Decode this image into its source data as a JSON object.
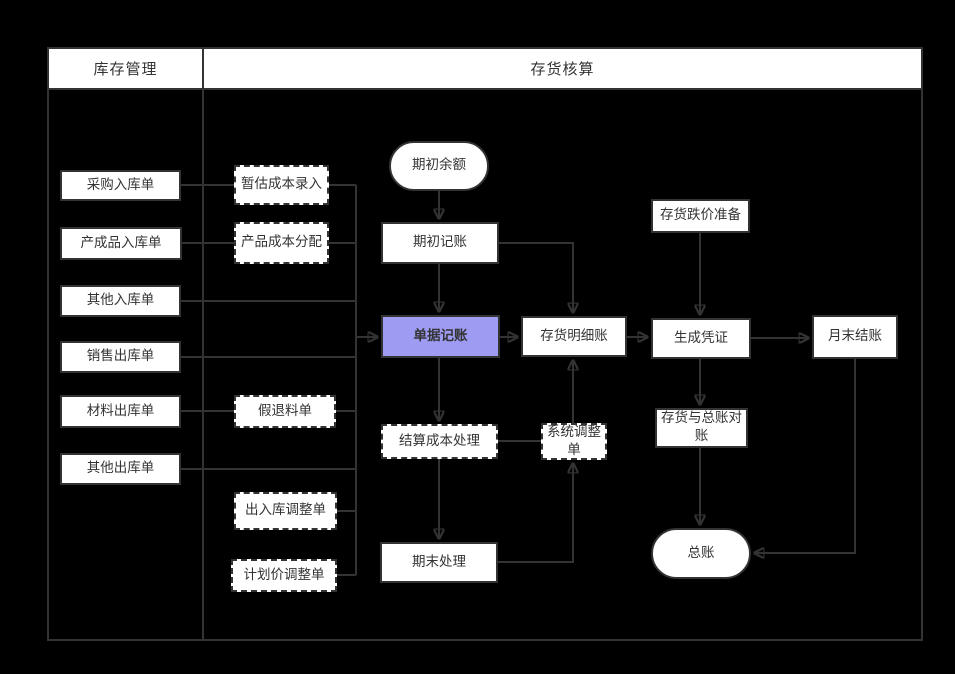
{
  "diagram": {
    "title": "inventory-accounting-flowchart",
    "lanes": [
      {
        "label": "库存管理"
      },
      {
        "label": "存货核算"
      }
    ],
    "colors": {
      "background": "#000000",
      "node_fill": "#ffffff",
      "node_border": "#333333",
      "text": "#333333",
      "highlight_fill": "#9e9bf3"
    },
    "nodes": {
      "purchase_in": {
        "label": "采购入库单",
        "shape": "rect"
      },
      "finished_in": {
        "label": "产成品入库单",
        "shape": "rect"
      },
      "other_in": {
        "label": "其他入库单",
        "shape": "rect"
      },
      "sales_out": {
        "label": "销售出库单",
        "shape": "rect"
      },
      "material_out": {
        "label": "材料出库单",
        "shape": "rect"
      },
      "other_out": {
        "label": "其他出库单",
        "shape": "rect"
      },
      "est_cost_entry": {
        "label": "暂估成本录入",
        "shape": "dashed-rect"
      },
      "product_cost_alloc": {
        "label": "产品成本分配",
        "shape": "dashed-rect"
      },
      "fake_return": {
        "label": "假退料单",
        "shape": "dashed-rect"
      },
      "inout_adjust": {
        "label": "出入库调整单",
        "shape": "dashed-rect"
      },
      "plan_price_adjust": {
        "label": "计划价调整单",
        "shape": "dashed-rect"
      },
      "opening_balance": {
        "label": "期初余额",
        "shape": "stadium"
      },
      "opening_entry": {
        "label": "期初记账",
        "shape": "rect"
      },
      "doc_entry": {
        "label": "单据记账",
        "shape": "rect-highlight"
      },
      "detail_ledger": {
        "label": "存货明细账",
        "shape": "rect"
      },
      "gen_voucher": {
        "label": "生成凭证",
        "shape": "rect"
      },
      "month_end_close": {
        "label": "月末结账",
        "shape": "rect"
      },
      "price_decline_reserve": {
        "label": "存货跌价准备",
        "shape": "rect"
      },
      "settle_cost": {
        "label": "结算成本处理",
        "shape": "dashed-rect"
      },
      "sys_adjust": {
        "label": "系统调整单",
        "shape": "dashed-rect"
      },
      "ledger_reconcile": {
        "label": "存货与总账对账",
        "shape": "rect"
      },
      "period_end": {
        "label": "期末处理",
        "shape": "rect"
      },
      "general_ledger": {
        "label": "总账",
        "shape": "stadium"
      }
    }
  }
}
